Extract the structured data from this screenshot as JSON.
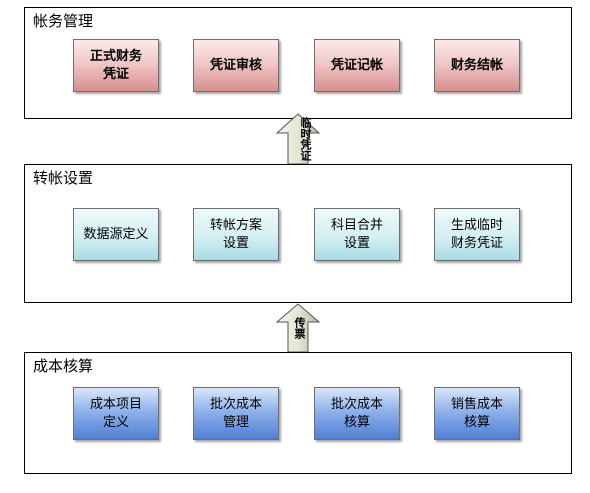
{
  "panels": {
    "finance": {
      "title": "帐务管理",
      "boxes": [
        "正式财务\n凭证",
        "凭证审核",
        "凭证记帐",
        "财务结帐"
      ]
    },
    "transfer": {
      "title": "转帐设置",
      "boxes": [
        "数据源定义",
        "转帐方案\n设置",
        "科目合并\n设置",
        "生成临时\n财务凭证"
      ]
    },
    "costing": {
      "title": "成本核算",
      "boxes": [
        "成本项目\n定义",
        "批次成本\n管理",
        "批次成本\n核算",
        "销售成本\n核算"
      ]
    }
  },
  "arrows": {
    "upper": "临时凭证",
    "lower": "传票"
  },
  "colors": {
    "finance_box": "#f1c8c8",
    "transfer_box": "#d4eff3",
    "costing_box": "#8fb2ea"
  }
}
